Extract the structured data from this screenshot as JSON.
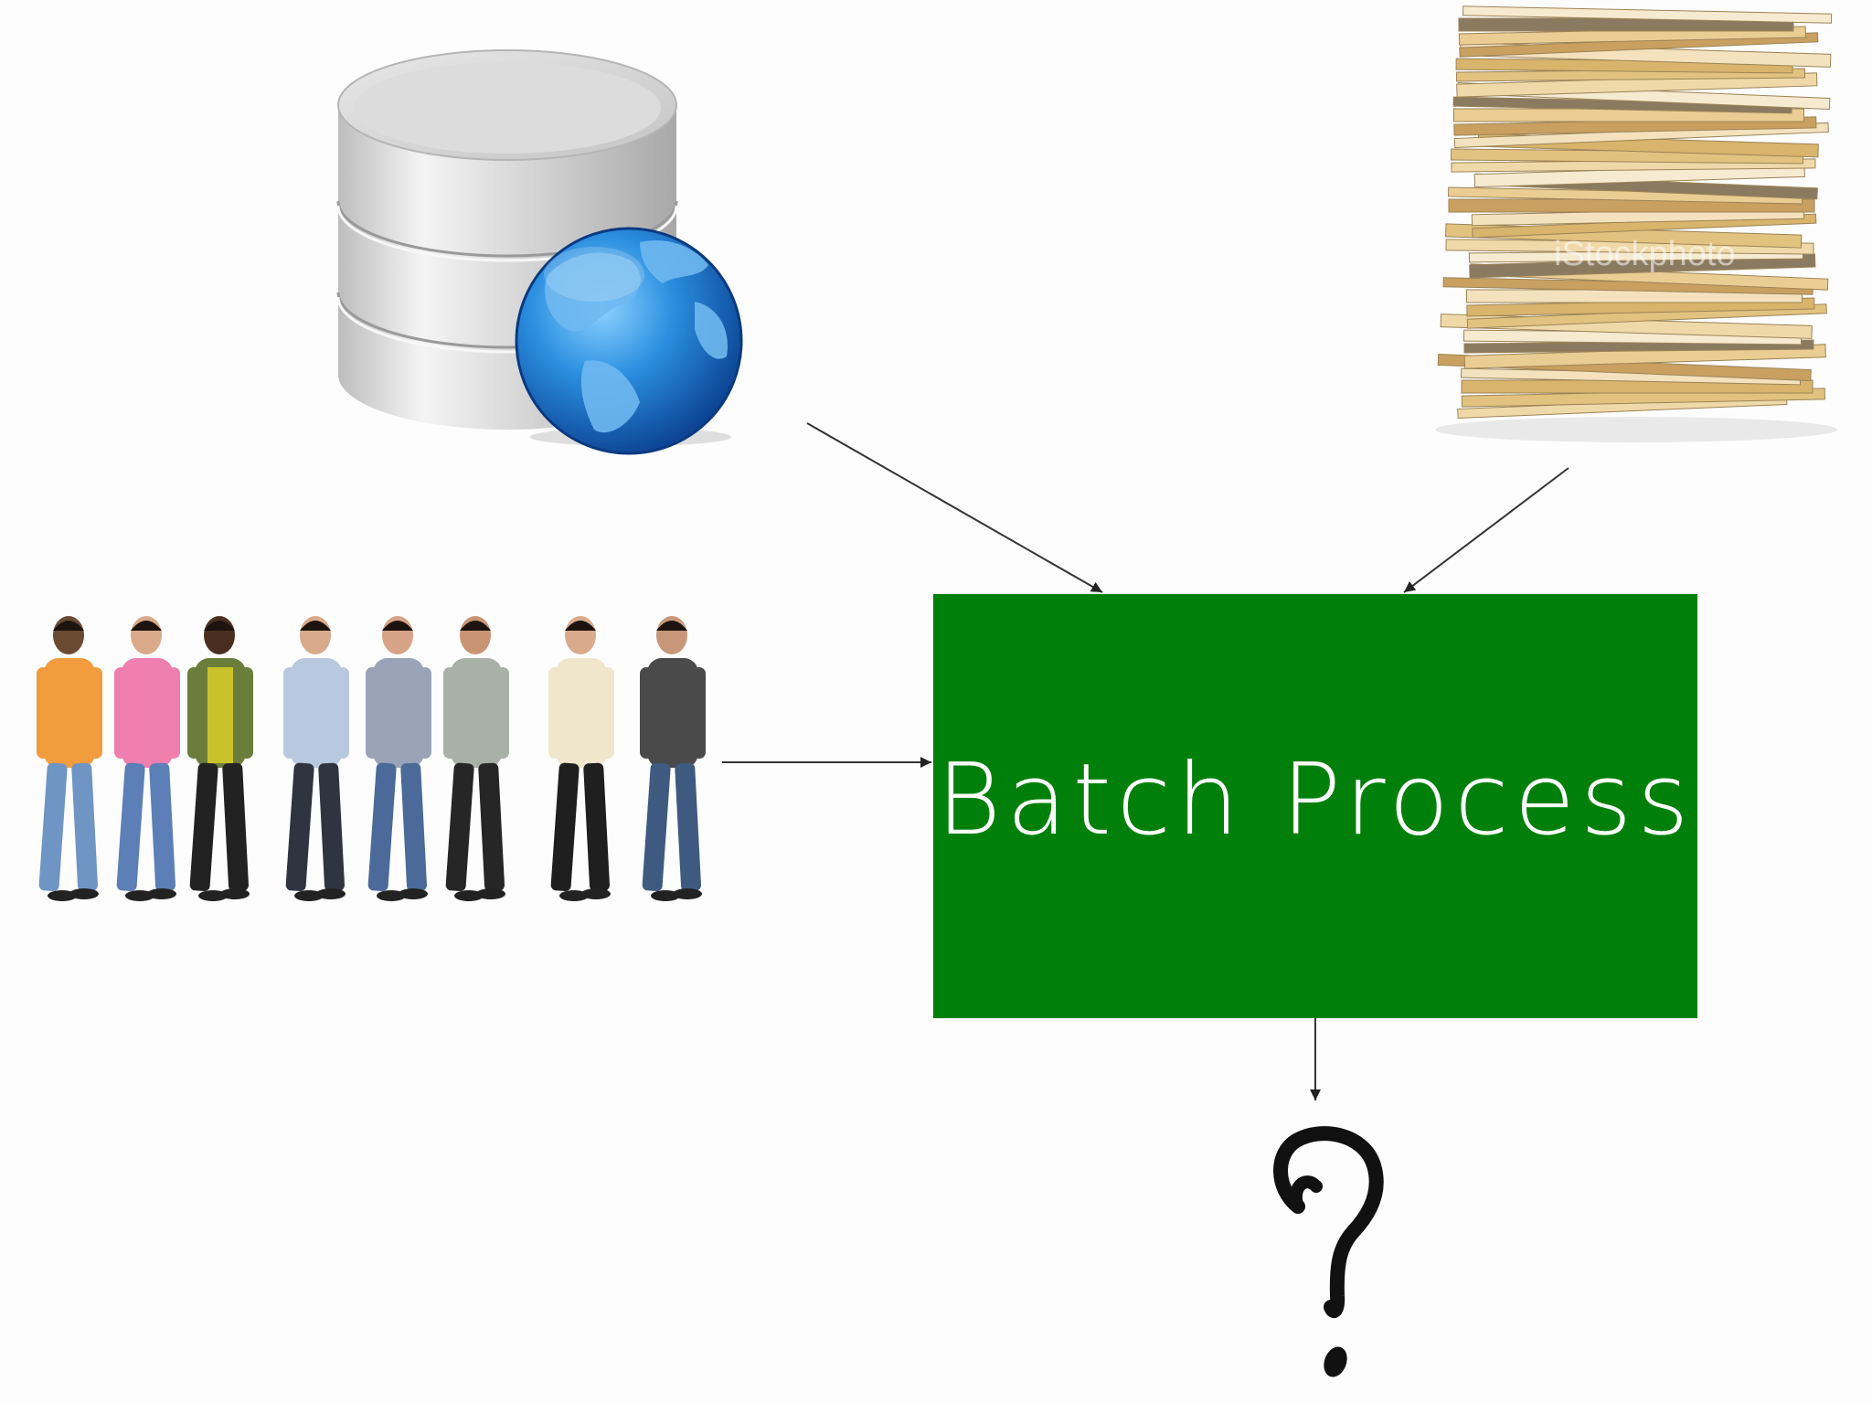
{
  "diagram": {
    "process_box": {
      "label": "Batch Process",
      "fill_color": "#00800a",
      "text_color": "#ffffff"
    },
    "output": {
      "symbol": "?"
    },
    "inputs": [
      {
        "name": "database-globe-icon",
        "kind": "database server with globe"
      },
      {
        "name": "paper-files-stack-icon",
        "kind": "stack of paper files",
        "watermark": "iStockphoto"
      },
      {
        "name": "people-queue-icon",
        "kind": "line of people waiting"
      }
    ],
    "arrow_color": "#222222"
  }
}
